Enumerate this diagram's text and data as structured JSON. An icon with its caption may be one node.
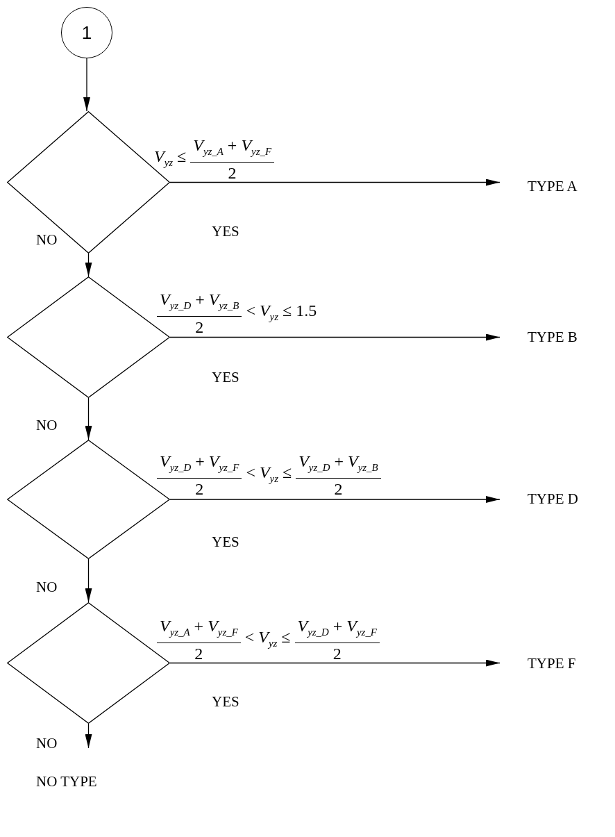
{
  "diagram": {
    "nodes": [
      {
        "text": [
          "1"
        ]
      },
      {
        "text": [],
        "shape": "diamond",
        "beside": [
          "*V*$_{yz}$ ≤",
          "*V*$_{yz_A}$ + *V*$_{yz_F}$",
          "2"
        ]
      },
      {
        "text": [
          "TYPE A"
        ]
      },
      {
        "text": [],
        "shape": "diamond",
        "beside": [
          "*V*$_{yz_D}$ + *V*$_{yz_B}$",
          "2",
          "< *V*$_{yz}$ ≤ 1.5"
        ]
      },
      {
        "text": [
          "TYPE B"
        ]
      },
      {
        "text": [],
        "shape": "diamond",
        "beside": [
          "*V*$_{yz_D}$ + *V*$_{yz_F}$",
          "2",
          "< *V*$_{yz}$ ≤",
          "*V*$_{yz_D}$ + *V*$_{yz_B}$",
          "2"
        ]
      },
      {
        "text": [
          "TYPE D"
        ]
      },
      {
        "text": [],
        "shape": "diamond",
        "beside": [
          "*V*$_{yz_A}$ + *V*$_{yz_F}$",
          "2",
          "< *V*$_{yz}$ ≤",
          "*V*$_{yz_D}$ + *V*$_{yz_F}$",
          "2"
        ]
      },
      {
        "text": [
          "TYPE F"
        ]
      },
      {
        "text": [
          "NO TYPE"
        ]
      }
    ],
    "edges": [
      {
        "from": 0,
        "to": 1,
        "arrow": "to"
      },
      {
        "from": 1,
        "to": 2,
        "arrow": "to",
        "label": "YES"
      },
      {
        "from": 1,
        "to": 3,
        "arrow": "to",
        "label": "NO"
      },
      {
        "from": 3,
        "to": 4,
        "arrow": "to",
        "label": "YES"
      },
      {
        "from": 3,
        "to": 5,
        "arrow": "to",
        "label": "NO"
      },
      {
        "from": 5,
        "to": 6,
        "arrow": "to",
        "label": "YES"
      },
      {
        "from": 5,
        "to": 7,
        "arrow": "to",
        "label": "NO"
      },
      {
        "from": 7,
        "to": 8,
        "arrow": "to",
        "label": "YES"
      },
      {
        "from": 7,
        "to": 9,
        "arrow": "to",
        "label": "NO"
      }
    ]
  }
}
